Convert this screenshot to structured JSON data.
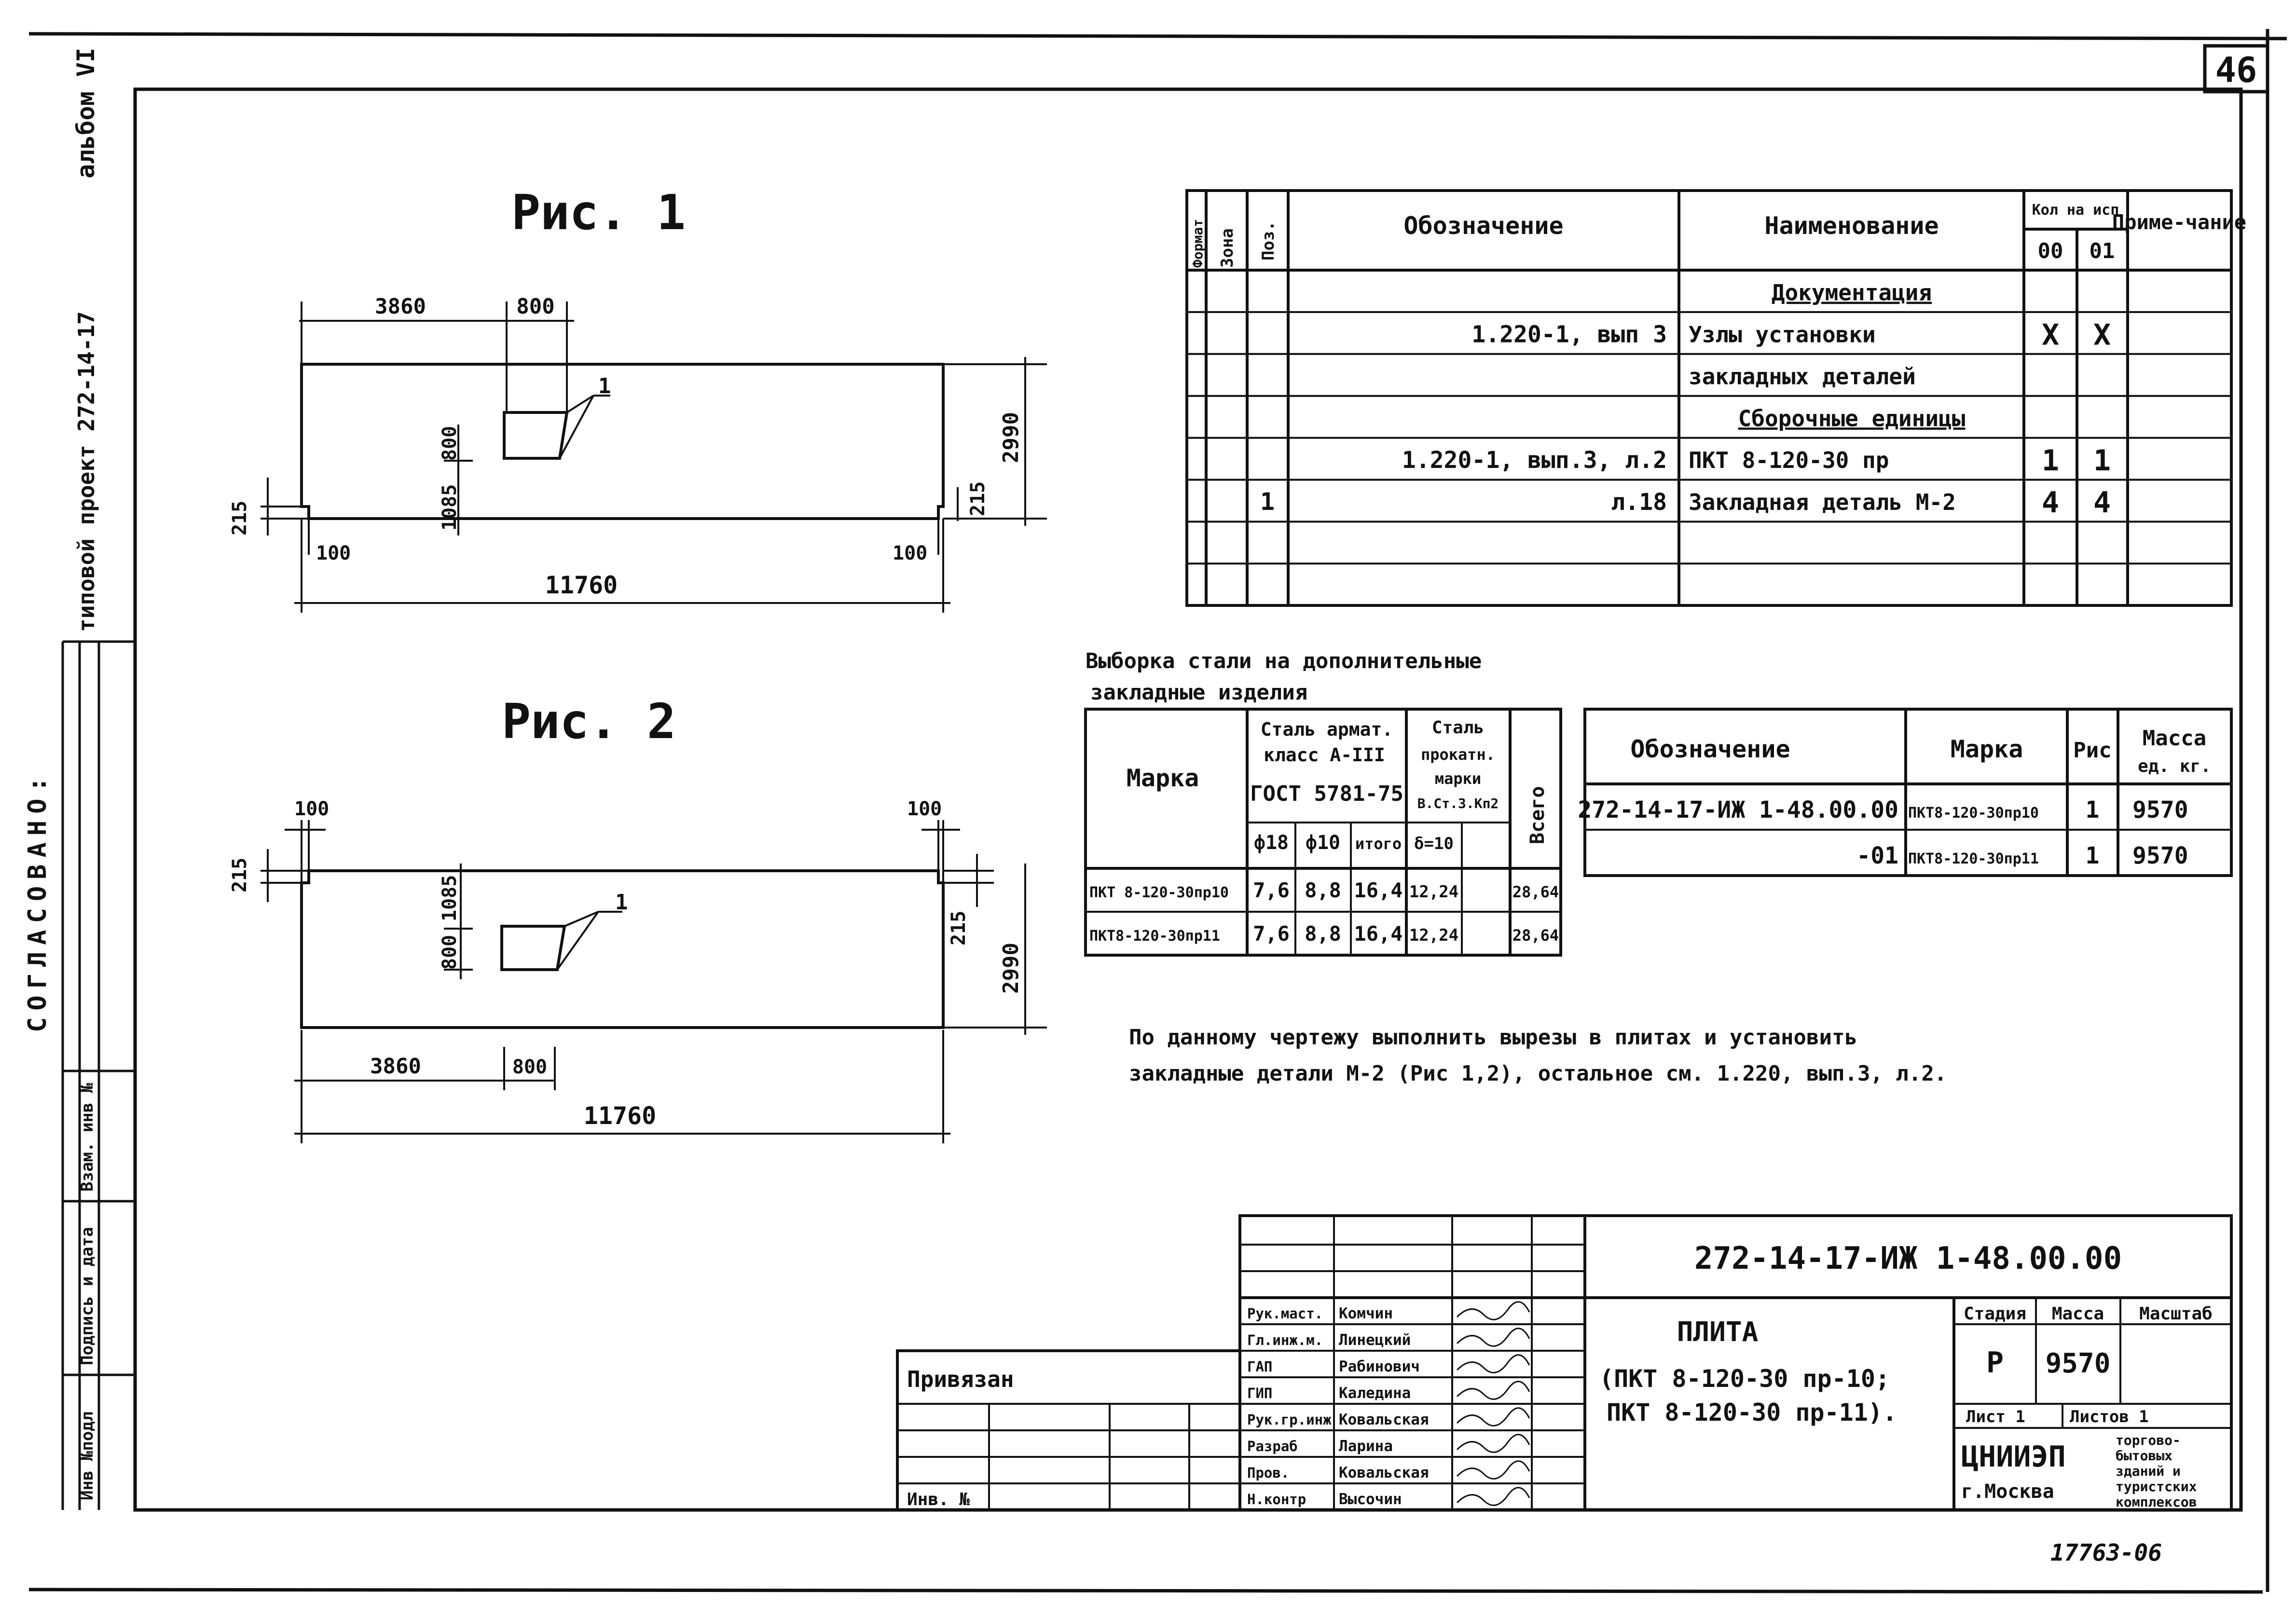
{
  "sheet_number": "46",
  "archive_number": "17763-06",
  "left_margin": {
    "album": "альбом VI",
    "project": "типовой проект 272-14-17",
    "agreed": "СОГЛАСОВАНО:",
    "fields": [
      "Инв №подл",
      "Подпись и дата",
      "Взам. инв №"
    ]
  },
  "fig1": {
    "title": "Рис. 1",
    "dims": {
      "a": "3860",
      "b": "800",
      "height": "2990",
      "notch_left": "215",
      "notch_right": "215",
      "vert1": "1085",
      "vert2": "800",
      "off_left": "100",
      "off_right": "100",
      "length": "11760",
      "label": "1"
    }
  },
  "fig2": {
    "title": "Рис. 2",
    "dims": {
      "off_left": "100",
      "off_right": "100",
      "notch_left": "215",
      "notch_right": "215",
      "vert1": "800",
      "vert2": "1085",
      "height": "2990",
      "a": "3860",
      "b": "800",
      "length": "11760",
      "label": "1"
    }
  },
  "spec": {
    "headers": {
      "format": "Формат",
      "zone": "Зона",
      "pos": "Поз.",
      "designation": "Обозначение",
      "name": "Наименование",
      "qty_group": "Кол на исп",
      "qty_00": "00",
      "qty_01": "01",
      "note": "Приме-чание"
    },
    "rows": [
      {
        "designation": "",
        "name": "Документация",
        "underline": true,
        "q00": "",
        "q01": "",
        "pos": ""
      },
      {
        "designation": "1.220-1, вып 3",
        "name": "Узлы установки",
        "q00": "X",
        "q01": "X",
        "pos": ""
      },
      {
        "designation": "",
        "name": "закладных деталей",
        "q00": "",
        "q01": "",
        "pos": ""
      },
      {
        "designation": "",
        "name": "Сборочные единицы",
        "underline": true,
        "q00": "",
        "q01": "",
        "pos": ""
      },
      {
        "designation": "1.220-1, вып.3, л.2",
        "name": "ПКТ 8-120-30 пр",
        "q00": "1",
        "q01": "1",
        "pos": ""
      },
      {
        "designation": "л.18",
        "name": "Закладная деталь М-2",
        "q00": "4",
        "q01": "4",
        "pos": "1"
      },
      {
        "designation": "",
        "name": "",
        "q00": "",
        "q01": "",
        "pos": ""
      },
      {
        "designation": "",
        "name": "",
        "q00": "",
        "q01": "",
        "pos": ""
      }
    ]
  },
  "steel": {
    "title_line1": "Выборка стали на дополнительные",
    "title_line2": "закладные изделия",
    "headers": {
      "mark": "Марка",
      "armat1": "Сталь армат.",
      "armat2": "класс А-III",
      "armat3": "ГОСТ 5781-75",
      "prokat1": "Сталь",
      "prokat2": "прокатн.",
      "prokat3": "марки",
      "prokat4": "В.Ст.3.Кп2",
      "total": "Всего",
      "d18": "ф18",
      "d10": "ф10",
      "itogo": "итого",
      "delta": "δ=10"
    },
    "rows": [
      {
        "mark": "ПКТ 8-120-30пр10",
        "d18": "7,6",
        "d10": "8,8",
        "itogo": "16,4",
        "delta": "12,24",
        "empty": "",
        "total": "28,64"
      },
      {
        "mark": "ПКТ8-120-30пр11",
        "d18": "7,6",
        "d10": "8,8",
        "itogo": "16,4",
        "delta": "12,24",
        "empty": "",
        "total": "28,64"
      }
    ]
  },
  "mass": {
    "headers": {
      "designation": "Обозначение",
      "mark": "Марка",
      "fig": "Рис",
      "mass1": "Масса",
      "mass2": "ед. кг."
    },
    "rows": [
      {
        "designation": "272-14-17-ИЖ 1-48.00.00",
        "mark": "ПКТ8-120-30пр10",
        "fig": "1",
        "mass": "9570"
      },
      {
        "designation": "-01",
        "mark": "ПКТ8-120-30пр11",
        "fig": "1",
        "mass": "9570"
      }
    ]
  },
  "note": {
    "line1": "По данному чертежу выполнить вырезы в плитах и установить",
    "line2": "закладные детали М-2 (Рис 1,2), остальное см. 1.220, вып.3, л.2."
  },
  "stamp": {
    "code": "272-14-17-ИЖ 1-48.00.00",
    "title": "ПЛИТА",
    "sub1": "(ПКТ 8-120-30 пр-10;",
    "sub2": "ПКТ 8-120-30 пр-11).",
    "stage_h": "Стадия",
    "mass_h": "Масса",
    "scale_h": "Масштаб",
    "stage": "Р",
    "mass": "9570",
    "scale": "",
    "sheet": "Лист 1",
    "sheets": "Листов 1",
    "org": "ЦНИИЭП",
    "city": "г.Москва",
    "org2": [
      "торгово-",
      "бытовых",
      "зданий и",
      "туристских",
      "комплексов"
    ],
    "people": [
      {
        "role": "Рук.маст.",
        "name": "Комчин"
      },
      {
        "role": "Гл.инж.м.",
        "name": "Линецкий"
      },
      {
        "role": "ГАП",
        "name": "Рабинович"
      },
      {
        "role": "ГИП",
        "name": "Каледина"
      },
      {
        "role": "Рук.гр.инж",
        "name": "Ковальская"
      },
      {
        "role": "Разраб",
        "name": "Ларина"
      },
      {
        "role": "Пров.",
        "name": "Ковальская"
      },
      {
        "role": "Н.контр",
        "name": "Высочин"
      }
    ],
    "privyazan": "Привязан",
    "inv": "Инв. №"
  }
}
